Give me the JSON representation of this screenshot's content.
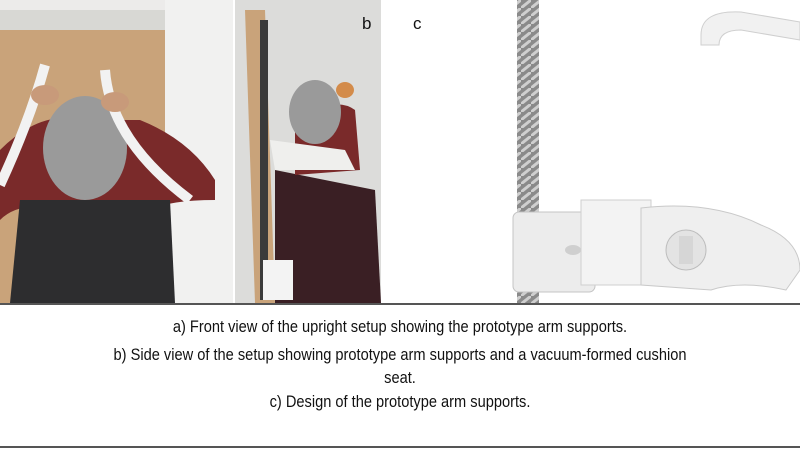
{
  "figure": {
    "panel_labels": {
      "b": "b",
      "c": "c"
    },
    "caption": {
      "line_a": "a)    Front view of the upright setup showing the prototype arm supports.",
      "line_b1": "b) Side view of the setup showing prototype arm supports and a vacuum-formed cushion",
      "line_b2": "seat.",
      "line_c": "c)    Design of the prototype arm supports."
    }
  }
}
